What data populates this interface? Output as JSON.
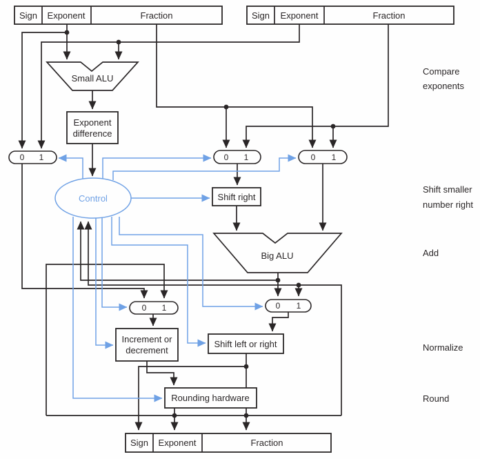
{
  "colors": {
    "wire": "#2a2627",
    "control_wire": "#6fa1e5",
    "background": "#fefefe"
  },
  "registers": {
    "top_left": {
      "sign": "Sign",
      "exponent": "Exponent",
      "fraction": "Fraction"
    },
    "top_right": {
      "sign": "Sign",
      "exponent": "Exponent",
      "fraction": "Fraction"
    },
    "bottom": {
      "sign": "Sign",
      "exponent": "Exponent",
      "fraction": "Fraction"
    }
  },
  "blocks": {
    "small_alu": "Small ALU",
    "exponent_difference_line1": "Exponent",
    "exponent_difference_line2": "difference",
    "control": "Control",
    "shift_right": "Shift right",
    "big_alu": "Big ALU",
    "increment_decrement_line1": "Increment or",
    "increment_decrement_line2": "decrement",
    "shift_left_right": "Shift left or right",
    "rounding_hardware": "Rounding hardware"
  },
  "mux": {
    "zero": "0",
    "one": "1"
  },
  "stages": {
    "compare_line1": "Compare",
    "compare_line2": "exponents",
    "shift_line1": "Shift smaller",
    "shift_line2": "number right",
    "add": "Add",
    "normalize": "Normalize",
    "round": "Round"
  }
}
